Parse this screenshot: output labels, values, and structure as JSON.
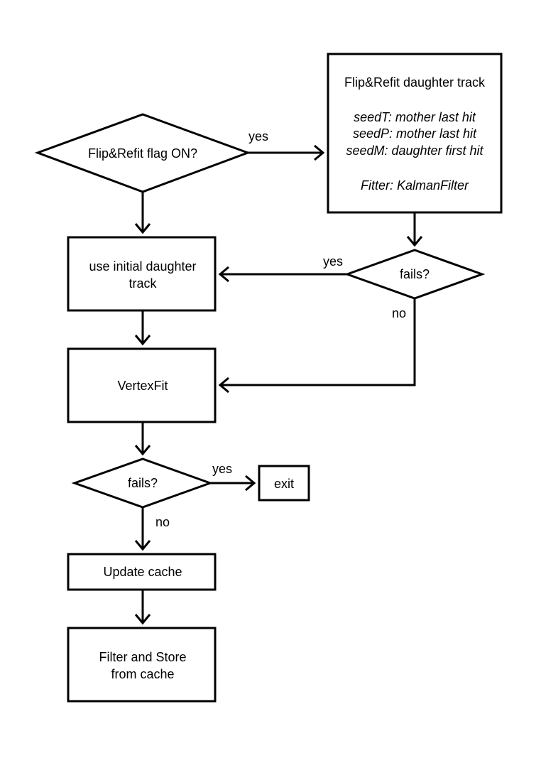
{
  "nodes": {
    "flag_decision": "Flip&Refit flag ON?",
    "refit_box": {
      "title": "Flip&Refit daughter track",
      "seedT": "seedT: mother last hit",
      "seedP": "seedP: mother last hit",
      "seedM": "seedM: daughter first hit",
      "fitter": "Fitter: KalmanFilter"
    },
    "refit_fails": "fails?",
    "initial_track": [
      "use initial daughter",
      "track"
    ],
    "vertex_fit": "VertexFit",
    "vertex_fails": "fails?",
    "exit": "exit",
    "update_cache": "Update cache",
    "filter_store": [
      "Filter and Store",
      "from cache"
    ]
  },
  "edge_labels": {
    "flag_yes": "yes",
    "refit_fails_yes": "yes",
    "refit_fails_no": "no",
    "vertex_fails_yes": "yes",
    "vertex_fails_no": "no"
  }
}
